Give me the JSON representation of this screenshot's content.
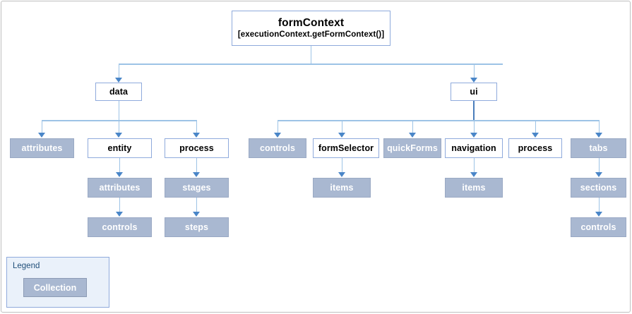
{
  "diagram": {
    "title_node": {
      "title": "formContext",
      "subtitle": "[executionContext.getFormContext()]"
    },
    "level2": [
      {
        "label": "data",
        "type": "plain"
      },
      {
        "label": "ui",
        "type": "plain"
      }
    ],
    "data_children": [
      {
        "label": "attributes",
        "type": "collection"
      },
      {
        "label": "entity",
        "type": "plain"
      },
      {
        "label": "process",
        "type": "plain"
      }
    ],
    "ui_children": [
      {
        "label": "controls",
        "type": "collection"
      },
      {
        "label": "formSelector",
        "type": "plain"
      },
      {
        "label": "quickForms",
        "type": "collection"
      },
      {
        "label": "navigation",
        "type": "plain"
      },
      {
        "label": "process",
        "type": "plain"
      },
      {
        "label": "tabs",
        "type": "collection"
      }
    ],
    "entity_chain": [
      {
        "label": "attributes",
        "type": "collection"
      },
      {
        "label": "controls",
        "type": "collection"
      }
    ],
    "data_process_chain": [
      {
        "label": "stages",
        "type": "collection"
      },
      {
        "label": "steps",
        "type": "collection"
      }
    ],
    "form_selector_chain": [
      {
        "label": "items",
        "type": "collection"
      }
    ],
    "navigation_chain": [
      {
        "label": "items",
        "type": "collection"
      }
    ],
    "tabs_chain": [
      {
        "label": "sections",
        "type": "collection"
      },
      {
        "label": "controls",
        "type": "collection"
      }
    ]
  },
  "legend": {
    "title": "Legend",
    "swatch_label": "Collection"
  },
  "colors": {
    "collection_fill": "#a9b8d1",
    "node_border": "#8faadc",
    "connector": "#9dc3e6",
    "arrowhead": "#4a86c8",
    "legend_bg": "#eaf1fa",
    "legend_text": "#1f4e79",
    "frame_border": "#bfbfbf"
  }
}
